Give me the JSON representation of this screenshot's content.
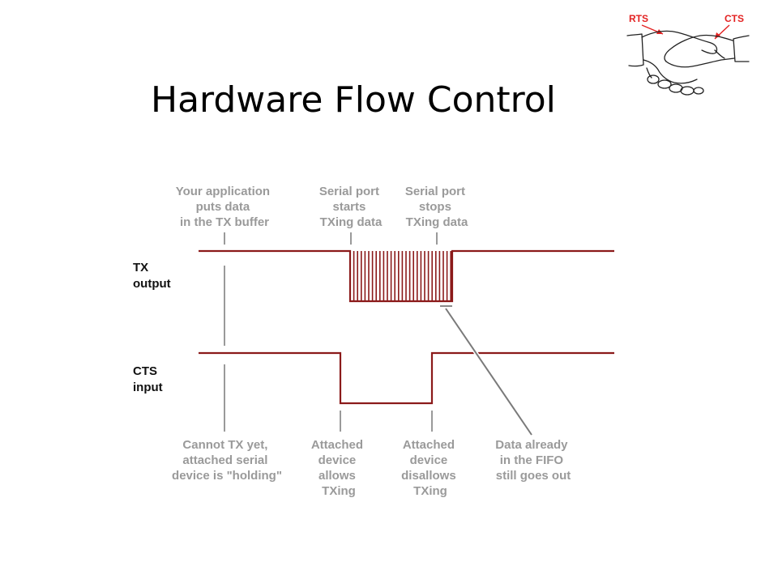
{
  "slide": {
    "title": "Hardware Flow Control"
  },
  "logo": {
    "rts_label": "RTS",
    "cts_label": "CTS",
    "icon": "handshake-icon",
    "accent_color": "#e32222"
  },
  "diagram": {
    "colors": {
      "trace": "#8b1a1a",
      "label": "#9a9a9a",
      "marker": "#9a9a9a"
    },
    "signals": {
      "tx": [
        "TX",
        "output"
      ],
      "cts": [
        "CTS",
        "input"
      ]
    },
    "top_annotations": {
      "app_puts_data": [
        "Your application",
        "puts data",
        "in the TX buffer"
      ],
      "port_starts": [
        "Serial port",
        "starts",
        "TXing data"
      ],
      "port_stops": [
        "Serial port",
        "stops",
        "TXing data"
      ]
    },
    "bottom_annotations": {
      "cannot_tx": [
        "Cannot TX yet,",
        "attached serial",
        "device is \"holding\""
      ],
      "device_allows": [
        "Attached",
        "device",
        "allows",
        "TXing"
      ],
      "device_disallows": [
        "Attached",
        "device",
        "disallows",
        "TXing"
      ],
      "fifo_out": [
        "Data already",
        "in the FIFO",
        "still goes out"
      ]
    }
  }
}
